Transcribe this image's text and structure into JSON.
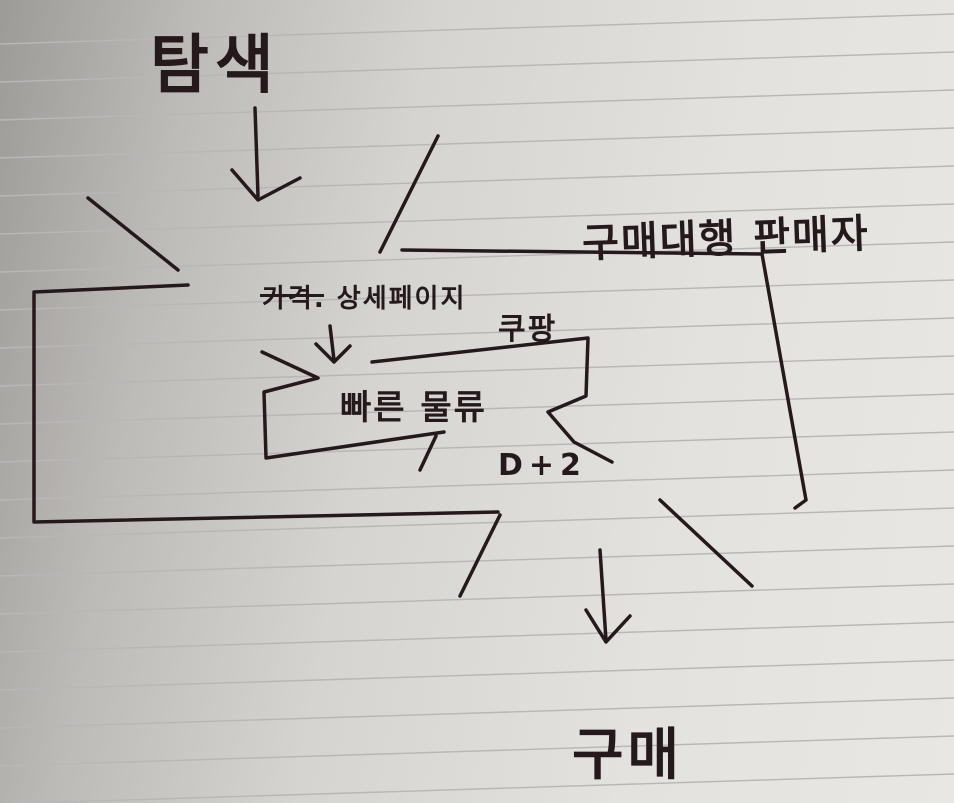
{
  "diagram": {
    "top_label": "탐색",
    "purchase_agency_label": "구매대행 판매자",
    "product_label": "가격. 상세페이지",
    "coupang_label": "쿠팡",
    "delivery_label": "빠른 물류",
    "delivery_time_label": "D+2",
    "bottom_label": "구매"
  },
  "colors": {
    "ink": "#241a1c",
    "paper": "#e6e4e0",
    "rule": "#b9b7b6"
  }
}
